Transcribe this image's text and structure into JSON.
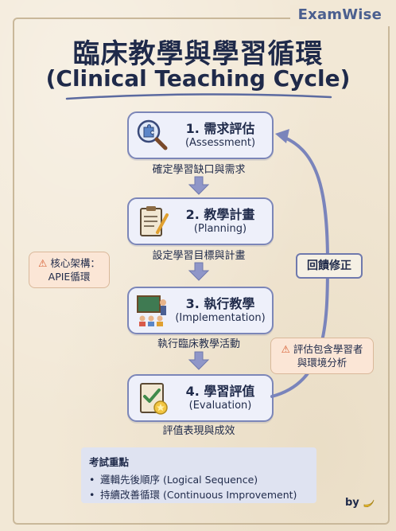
{
  "brand": "ExamWise",
  "title": {
    "zh": "臨床教學與學習循環",
    "en": "(Clinical Teaching Cycle)"
  },
  "steps": [
    {
      "title": "1. 需求評估",
      "subtitle": "(Assessment)",
      "caption": "確定學習缺口與需求",
      "icon": "puzzle-magnifier-icon"
    },
    {
      "title": "2. 教學計畫",
      "subtitle": "(Planning)",
      "caption": "設定學習目標與計畫",
      "icon": "clipboard-pencil-icon"
    },
    {
      "title": "3. 執行教學",
      "subtitle": "(Implementation)",
      "caption": "執行臨床教學活動",
      "icon": "teacher-presentation-icon"
    },
    {
      "title": "4. 學習評值",
      "subtitle": "(Evaluation)",
      "caption": "評值表現與成效",
      "icon": "checklist-star-icon"
    }
  ],
  "callouts": {
    "left": {
      "line1": "核心架構：",
      "line2": "APIE循環"
    },
    "right": {
      "line1": "評估包含學習者",
      "line2": "與環境分析"
    }
  },
  "feedback_label": "回饋修正",
  "exam_notes": {
    "title": "考試重點",
    "items": [
      "邏輯先後順序 (Logical Sequence)",
      "持續改善循環 (Continuous Improvement)"
    ]
  },
  "byline": "by",
  "colors": {
    "accent": "#7c86b8",
    "title": "#1f2a4a",
    "callout_bg": "#fbe6d6",
    "warning": "#d4572a"
  }
}
